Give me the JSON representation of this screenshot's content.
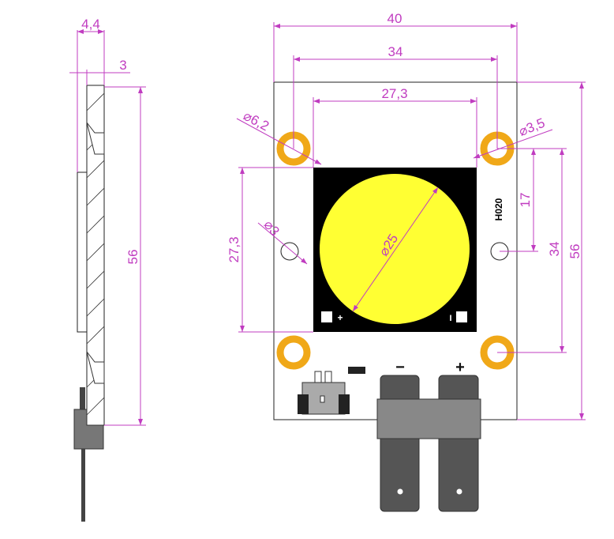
{
  "side_view": {
    "dims": {
      "thickness_total": "4,4",
      "thickness_board": "3",
      "height": "56"
    }
  },
  "front_view": {
    "dims": {
      "width": "40",
      "hole_spacing_h": "34",
      "led_width": "27,3",
      "led_height": "27,3",
      "pad_diameter": "⌀6,2",
      "hole_diameter": "⌀3,5",
      "small_hole_diameter": "⌀3",
      "emitter_diameter": "⌀25",
      "small_hole_offset": "17",
      "hole_spacing_v": "34",
      "height": "56"
    },
    "board_code": "H020",
    "led_plus_mark": "+",
    "led_minus_mark": "I",
    "terminal_minus": "−",
    "terminal_plus": "+"
  },
  "colors": {
    "dimension": "#c03cc0",
    "pad": "#f0a818",
    "emitter": "#ffff33",
    "led_base": "#000000",
    "terminal": "#555555",
    "clamp": "#888888"
  }
}
